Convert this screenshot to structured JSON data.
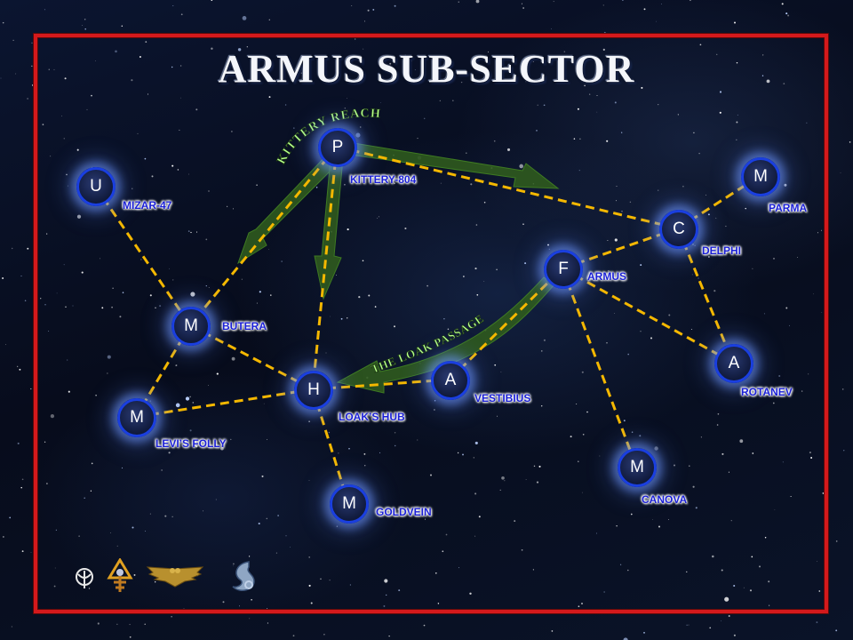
{
  "title": "ARMUS SUB-SECTOR",
  "colors": {
    "frame": "#d4191c",
    "route": "#f5b800",
    "node_ring": "#1a3fe0",
    "label": "#1a1fd6",
    "passage_arrow": "#2f5a1e",
    "passage_text": "#b8ff8c"
  },
  "systems": [
    {
      "id": "kittery",
      "class": "P",
      "name": "KITTERY-804"
    },
    {
      "id": "mizar",
      "class": "U",
      "name": "MIZAR-47"
    },
    {
      "id": "butera",
      "class": "M",
      "name": "BUTERA"
    },
    {
      "id": "levis",
      "class": "M",
      "name": "LEVI’S FOLLY"
    },
    {
      "id": "loak",
      "class": "H",
      "name": "LOAK’S HUB"
    },
    {
      "id": "goldvein",
      "class": "M",
      "name": "GOLDVEIN"
    },
    {
      "id": "vestibius",
      "class": "A",
      "name": "VESTIBIUS"
    },
    {
      "id": "armus",
      "class": "F",
      "name": "ARMUS"
    },
    {
      "id": "delphi",
      "class": "C",
      "name": "DELPHI"
    },
    {
      "id": "parma",
      "class": "M",
      "name": "PARMA"
    },
    {
      "id": "rotanev",
      "class": "A",
      "name": "ROTANEV"
    },
    {
      "id": "canova",
      "class": "M",
      "name": "CANOVA"
    }
  ],
  "routes": [
    [
      "kittery",
      "butera"
    ],
    [
      "kittery",
      "loak"
    ],
    [
      "kittery",
      "delphi"
    ],
    [
      "mizar",
      "butera"
    ],
    [
      "butera",
      "loak"
    ],
    [
      "butera",
      "levis"
    ],
    [
      "levis",
      "loak"
    ],
    [
      "loak",
      "goldvein"
    ],
    [
      "loak",
      "vestibius"
    ],
    [
      "vestibius",
      "armus"
    ],
    [
      "armus",
      "delphi"
    ],
    [
      "armus",
      "rotanev"
    ],
    [
      "armus",
      "canova"
    ],
    [
      "delphi",
      "parma"
    ],
    [
      "delphi",
      "rotanev"
    ]
  ],
  "passages": [
    {
      "name": "KITTERY REACH"
    },
    {
      "name": "THE LOAK PASSAGE"
    }
  ],
  "emblems": [
    {
      "name": "eldar-rune-icon"
    },
    {
      "name": "mechanicus-icon"
    },
    {
      "name": "imperial-aquila-icon"
    },
    {
      "name": "serpent-icon"
    }
  ]
}
